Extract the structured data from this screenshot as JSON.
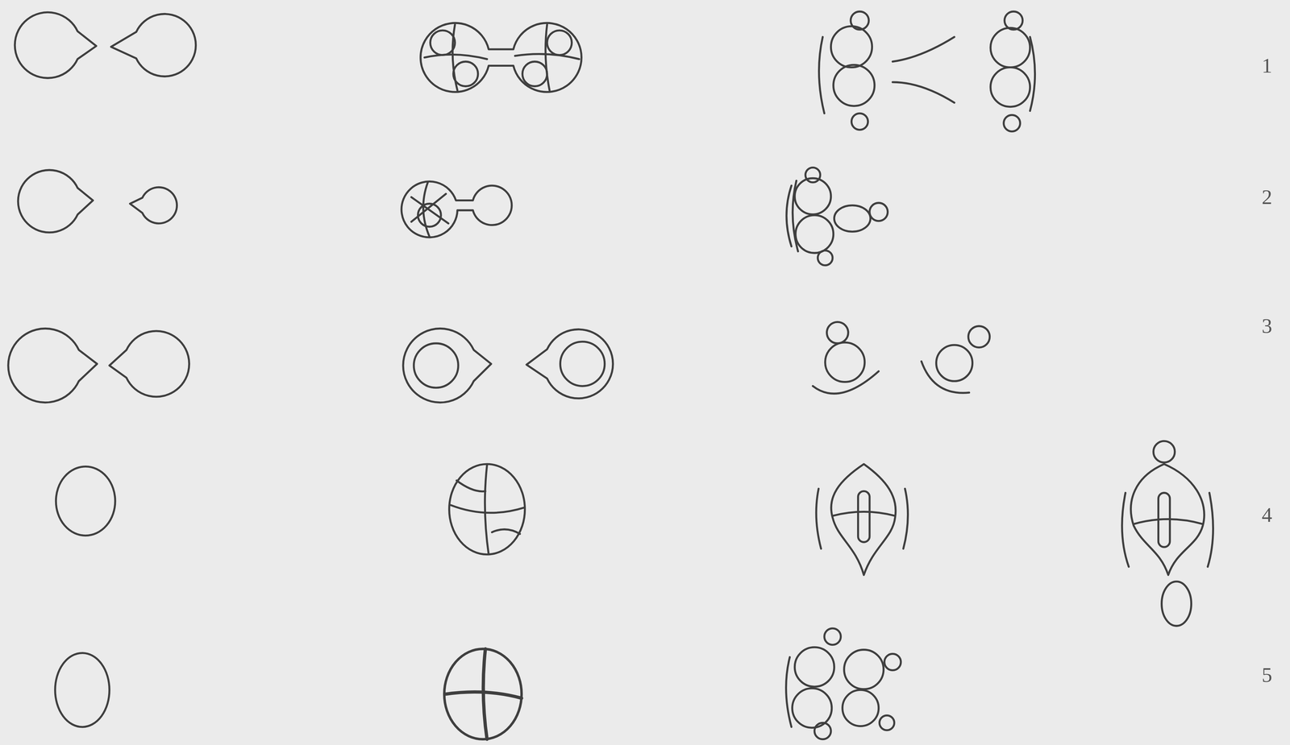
{
  "diagram": {
    "labels": [
      "1",
      "2",
      "3",
      "4",
      "5"
    ]
  }
}
